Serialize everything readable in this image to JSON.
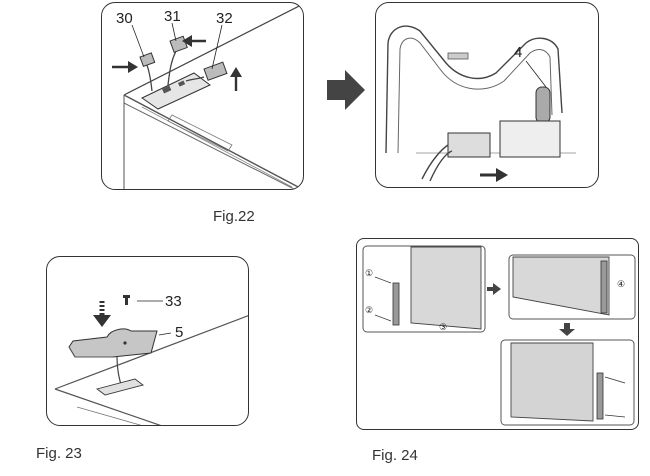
{
  "figures": {
    "fig22": {
      "caption": "Fig.22",
      "callouts": {
        "a": "30",
        "b": "31",
        "c": "32",
        "d": "4"
      }
    },
    "fig23": {
      "caption": "Fig. 23",
      "callouts": {
        "screw": "33",
        "cover": "5"
      }
    },
    "fig24": {
      "caption": "Fig. 24",
      "steps": {
        "one": "①",
        "two": "②",
        "three": "③",
        "four": "④"
      }
    }
  }
}
